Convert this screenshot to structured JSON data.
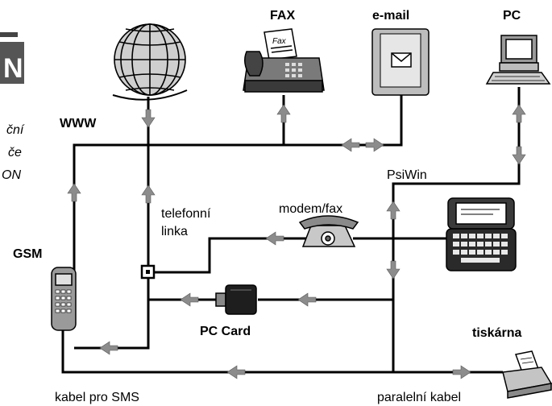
{
  "labels": {
    "fax": "FAX",
    "email": "e-mail",
    "pc": "PC",
    "www": "WWW",
    "psiwin": "PsiWin",
    "telefonni": "telefonní",
    "linka": "linka",
    "modem_fax": "modem/fax",
    "gsm": "GSM",
    "pc_card": "PC Card",
    "tiskarna": "tiskárna",
    "kabel_sms": "kabel pro SMS",
    "paralelni_kabel": "paralelní kabel"
  },
  "left_fragment": {
    "badge_letter": "N",
    "line1": "ční",
    "line2": "če",
    "line3": "ON"
  },
  "fax_paper_text": "Fax",
  "icons": [
    "globe-icon",
    "fax-machine-icon",
    "email-envelope-icon",
    "pc-icon",
    "gsm-phone-icon",
    "telephone-icon",
    "psion-organizer-icon",
    "pc-card-icon",
    "printer-icon",
    "connector-junction-icon"
  ],
  "colors": {
    "line": "#000000",
    "arrow": "#8c8c8c",
    "background": "#ffffff"
  }
}
